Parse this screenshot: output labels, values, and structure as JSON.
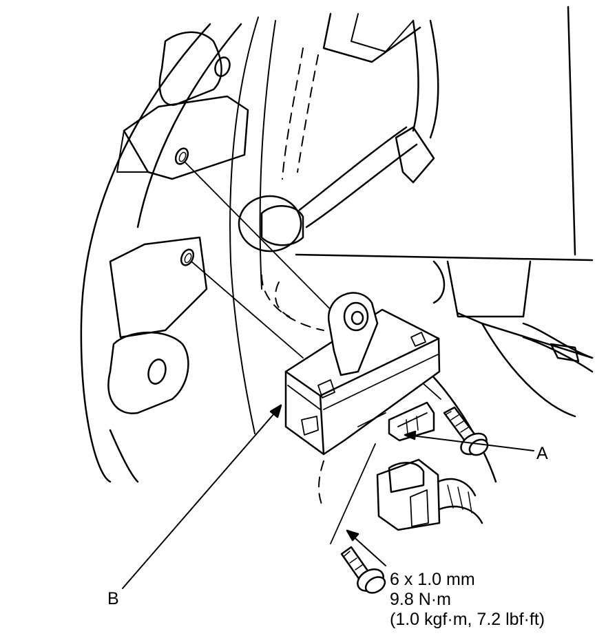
{
  "labels": {
    "a": "A",
    "b": "B"
  },
  "spec": {
    "size": "6 x 1.0 mm",
    "torque_nm": "9.8 N·m",
    "torque_alt": "(1.0 kgf·m, 7.2 lbf·ft)"
  },
  "colors": {
    "line": "#000000",
    "background": "#ffffff"
  }
}
